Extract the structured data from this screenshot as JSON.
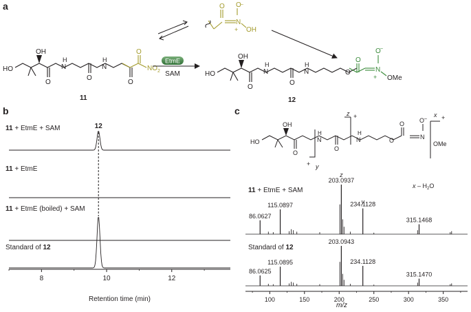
{
  "panels": {
    "a": "a",
    "b": "b",
    "c": "c"
  },
  "panel_a": {
    "compound_11": "11",
    "compound_12": "12",
    "enzyme": "EtmE",
    "cofactor": "SAM",
    "atoms": {
      "HO": "HO",
      "OH": "OH",
      "H": "H",
      "N": "N",
      "O": "O",
      "NO2": "NO",
      "NO2_sub": "2",
      "OMe": "OMe",
      "plus": "+",
      "minus": "–"
    }
  },
  "panel_b": {
    "trace_labels": [
      {
        "cmp": "11",
        "rest": " + EtmE + SAM"
      },
      {
        "cmp": "11",
        "rest": " + EtmE"
      },
      {
        "cmp": "11",
        "rest": " + EtmE (boiled) + SAM"
      },
      {
        "cmp": "",
        "rest": "Standard of ",
        "cmp_after": "12"
      }
    ],
    "peak_label": "12",
    "x_ticks": [
      "8",
      "10",
      "12"
    ],
    "xlabel": "Retention time (min)"
  },
  "panel_c": {
    "frag_labels": {
      "x": "x",
      "y": "y",
      "z": "z",
      "plus": "+"
    },
    "water_loss": "x – H",
    "water_sub": "2",
    "water_o": "O",
    "spectrum1_label": {
      "cmp": "11",
      "rest": " + EtmE + SAM"
    },
    "spectrum2_label": {
      "rest": "Standard of ",
      "cmp": "12"
    },
    "x_ticks": [
      "100",
      "150",
      "200",
      "250",
      "300",
      "350"
    ],
    "xlabel": "m/z"
  },
  "chart_data": [
    {
      "type": "line",
      "title": "",
      "xlabel": "Retention time (min)",
      "ylabel": "",
      "xlim": [
        7,
        13.8
      ],
      "x_ticks": [
        8,
        10,
        12
      ],
      "grid": false,
      "series": [
        {
          "name": "11 + EtmE + SAM",
          "peaks": [
            {
              "x": 9.75,
              "height": 0.35
            }
          ]
        },
        {
          "name": "11 + EtmE",
          "peaks": []
        },
        {
          "name": "11 + EtmE (boiled) + SAM",
          "peaks": []
        },
        {
          "name": "Standard of 12",
          "peaks": [
            {
              "x": 9.75,
              "height": 1.0
            }
          ]
        }
      ],
      "annotations": [
        {
          "text": "12",
          "x": 9.75
        }
      ]
    },
    {
      "type": "bar",
      "title": "",
      "xlabel": "m/z",
      "ylabel": "",
      "xlim": [
        65,
        385
      ],
      "x_ticks": [
        100,
        150,
        200,
        250,
        300,
        350
      ],
      "grid": false,
      "series": [
        {
          "name": "11 + EtmE + SAM",
          "peaks": [
            {
              "mz": 86.0627,
              "rel": 0.28,
              "label": "86.0627"
            },
            {
              "mz": 115.0897,
              "rel": 0.5,
              "label": "115.0897"
            },
            {
              "mz": 203.0937,
              "rel": 1.0,
              "label": "203.0937"
            },
            {
              "mz": 234.1128,
              "rel": 0.52,
              "label": "234.1128"
            },
            {
              "mz": 315.1468,
              "rel": 0.2,
              "label": "315.1468"
            }
          ]
        },
        {
          "name": "Standard of 12",
          "peaks": [
            {
              "mz": 86.0625,
              "rel": 0.26,
              "label": "86.0625"
            },
            {
              "mz": 115.0895,
              "rel": 0.48,
              "label": "115.0895"
            },
            {
              "mz": 203.0943,
              "rel": 1.0,
              "label": "203.0943"
            },
            {
              "mz": 234.1128,
              "rel": 0.5,
              "label": "234.1128"
            },
            {
              "mz": 315.147,
              "rel": 0.18,
              "label": "315.1470"
            }
          ]
        }
      ]
    }
  ]
}
